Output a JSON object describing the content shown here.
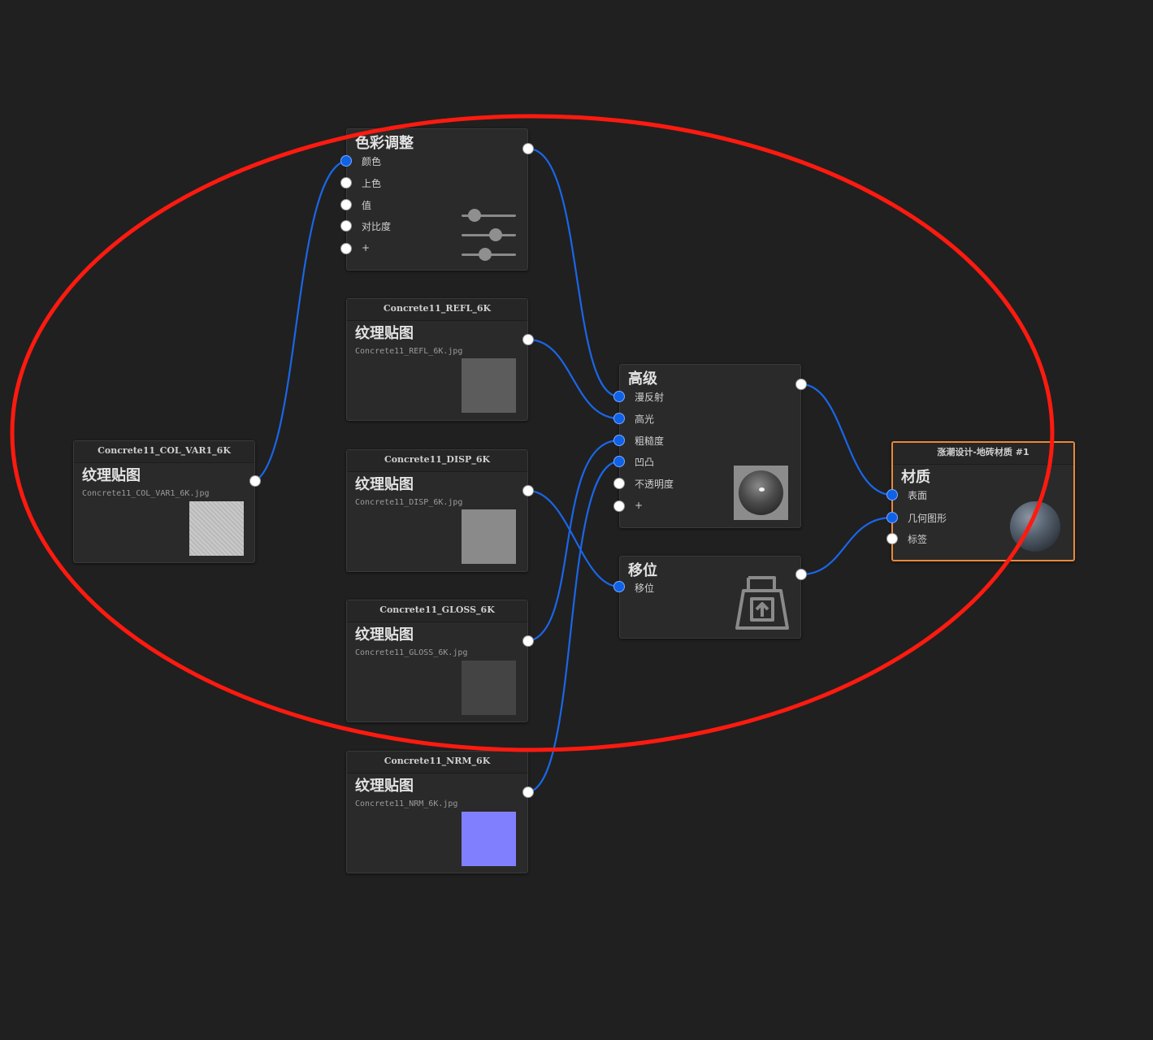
{
  "colors": {
    "background": "#202020",
    "node_bg": "#2a2a2a",
    "wire_blue": "#1a66e8",
    "port_blue": "#0f62e6",
    "selected_border": "#e8893a",
    "annotation_red": "#ff1a10",
    "normal_map_blue": "#8080ff"
  },
  "nodes": {
    "col": {
      "header": "Concrete11_COL_VAR1_6K",
      "title": "纹理贴图",
      "file": "Concrete11_COL_VAR1_6K.jpg"
    },
    "color_adjust": {
      "title": "色彩调整",
      "inputs": [
        "颜色",
        "上色",
        "值",
        "对比度",
        "+"
      ],
      "icon": "sliders-icon"
    },
    "refl": {
      "header": "Concrete11_REFL_6K",
      "title": "纹理贴图",
      "file": "Concrete11_REFL_6K.jpg"
    },
    "disp": {
      "header": "Concrete11_DISP_6K",
      "title": "纹理贴图",
      "file": "Concrete11_DISP_6K.jpg"
    },
    "gloss": {
      "header": "Concrete11_GLOSS_6K",
      "title": "纹理贴图",
      "file": "Concrete11_GLOSS_6K.jpg"
    },
    "nrm": {
      "header": "Concrete11_NRM_6K",
      "title": "纹理贴图",
      "file": "Concrete11_NRM_6K.jpg"
    },
    "advanced": {
      "title": "高级",
      "inputs": [
        "漫反射",
        "高光",
        "粗糙度",
        "凹凸",
        "不透明度",
        "+"
      ],
      "icon": "material-ball-preview-icon"
    },
    "displacement": {
      "title": "移位",
      "inputs": [
        "移位"
      ],
      "icon": "displacement-icon"
    },
    "material": {
      "header": "涨潮设计-地砖材质 #1",
      "title": "材质",
      "inputs": [
        "表面",
        "几何图形",
        "标签"
      ],
      "icon": "material-sphere-icon"
    }
  }
}
